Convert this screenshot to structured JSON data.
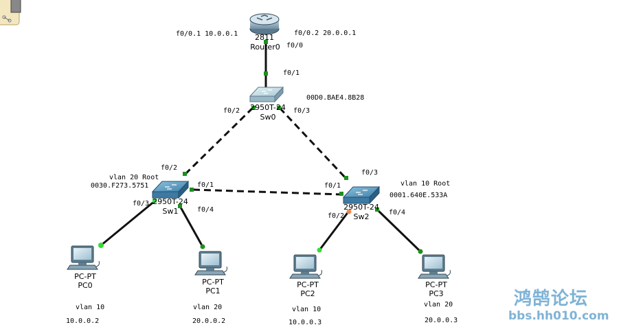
{
  "router": {
    "model": "2811",
    "name": "Router0",
    "if_left": "f0/0.1 10.0.0.1",
    "if_right": "f0/0.2 20.0.0.1",
    "port_down": "f0/0"
  },
  "sw0": {
    "model": "2950T-24",
    "name": "Sw0",
    "mac": "00D0.BAE4.8B28",
    "port_up": "f0/1",
    "port_left": "f0/2",
    "port_right": "f0/3"
  },
  "sw1": {
    "model": "2950T-24",
    "name": "Sw1",
    "root": "vlan 20 Root",
    "mac": "0030.F273.5751",
    "port_up": "f0/2",
    "port_right": "f0/1",
    "port_pc0": "f0/3",
    "port_pc1": "f0/4"
  },
  "sw2": {
    "model": "2950T-24",
    "name": "Sw2",
    "root": "vlan 10 Root",
    "mac": "0001.640E.533A",
    "port_up": "f0/3",
    "port_left": "f0/1",
    "port_pc2": "f0/2",
    "port_pc3": "f0/4"
  },
  "pcs": [
    {
      "type": "PC-PT",
      "name": "PC0",
      "vlan": "vlan 10",
      "ip": "10.0.0.2"
    },
    {
      "type": "PC-PT",
      "name": "PC1",
      "vlan": "vlan 20",
      "ip": "20.0.0.2"
    },
    {
      "type": "PC-PT",
      "name": "PC2",
      "vlan": "vlan 10",
      "ip": "10.0.0.3"
    },
    {
      "type": "PC-PT",
      "name": "PC3",
      "vlan": "vlan 20",
      "ip": "20.0.0.3"
    }
  ],
  "watermark": {
    "title": "鸿鹄论坛",
    "url": "bbs.hh010.com"
  },
  "colors": {
    "link": "#111111",
    "port_up": "#1f8f1f",
    "port_pc": "#33dd33",
    "port_blocked": "#f08a4b"
  }
}
